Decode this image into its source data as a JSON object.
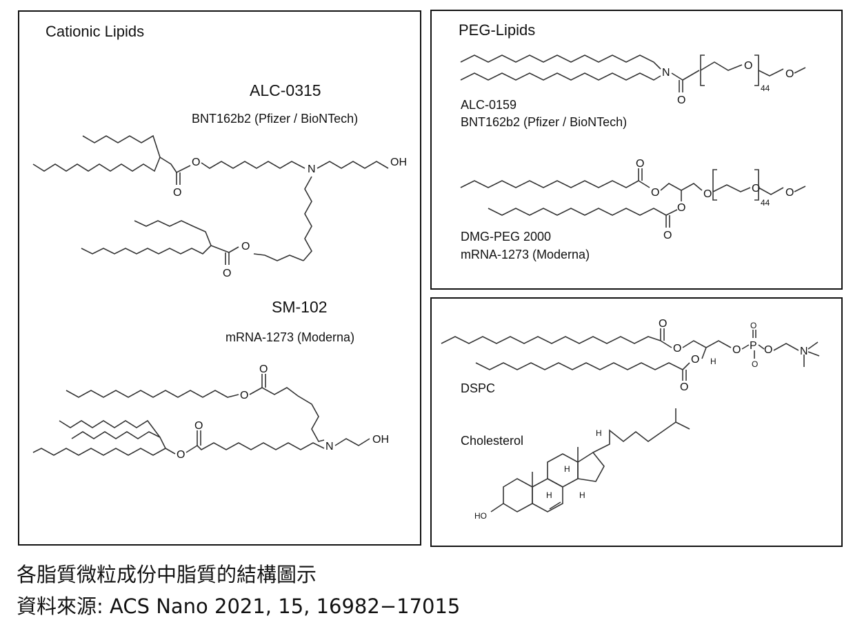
{
  "panels": {
    "cationic": {
      "title": "Cationic Lipids",
      "lipid1": {
        "name": "ALC-0315",
        "vaccine": "BNT162b2 (Pfizer / BioNTech)"
      },
      "lipid2": {
        "name": "SM-102",
        "vaccine": "mRNA-1273 (Moderna)"
      }
    },
    "peg": {
      "title": "PEG-Lipids",
      "lipid1": {
        "name": "ALC-0159",
        "vaccine": "BNT162b2 (Pfizer / BioNTech)"
      },
      "lipid2": {
        "name": "DMG-PEG 2000",
        "vaccine": "mRNA-1273 (Moderna)"
      }
    },
    "helper": {
      "lipid1": {
        "name": "DSPC"
      },
      "lipid2": {
        "name": "Cholesterol"
      }
    }
  },
  "atoms": {
    "O": "O",
    "N": "N",
    "OH": "OH",
    "HO": "HO",
    "H": "H",
    "P": "P",
    "n44": "44"
  },
  "caption": {
    "line1": "各脂質微粒成份中脂質的結構圖示",
    "line2": "資料來源: ACS Nano 2021, 15, 16982−17015"
  }
}
